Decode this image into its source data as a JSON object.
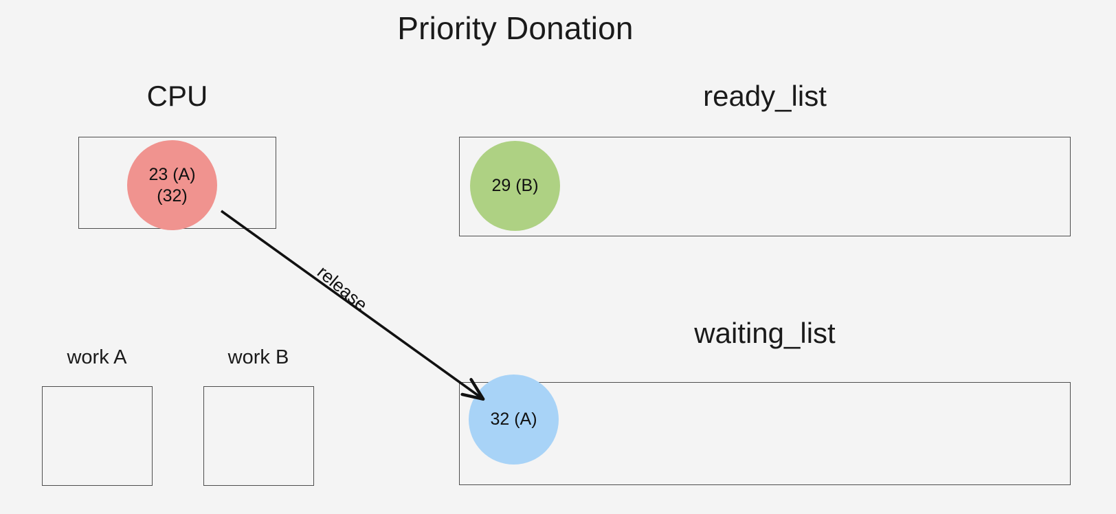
{
  "diagram": {
    "title": "Priority Donation",
    "background_color": "#f4f4f4",
    "line_color": "#111111"
  },
  "cpu": {
    "label": "CPU",
    "thread": {
      "priority_line": "23 (A)",
      "donated_line": "(32)",
      "color": "#f0938f"
    }
  },
  "ready_list": {
    "label": "ready_list",
    "threads": [
      {
        "label": "29 (B)",
        "color": "#aed183"
      }
    ]
  },
  "waiting_list": {
    "label": "waiting_list",
    "threads": [
      {
        "label": "32 (A)",
        "color": "#a8d3f7"
      }
    ]
  },
  "work_slots": [
    {
      "label": "work A"
    },
    {
      "label": "work B"
    }
  ],
  "edges": [
    {
      "label": "release",
      "from": "cpu.thread",
      "to": "waiting_list.threads.0"
    }
  ]
}
